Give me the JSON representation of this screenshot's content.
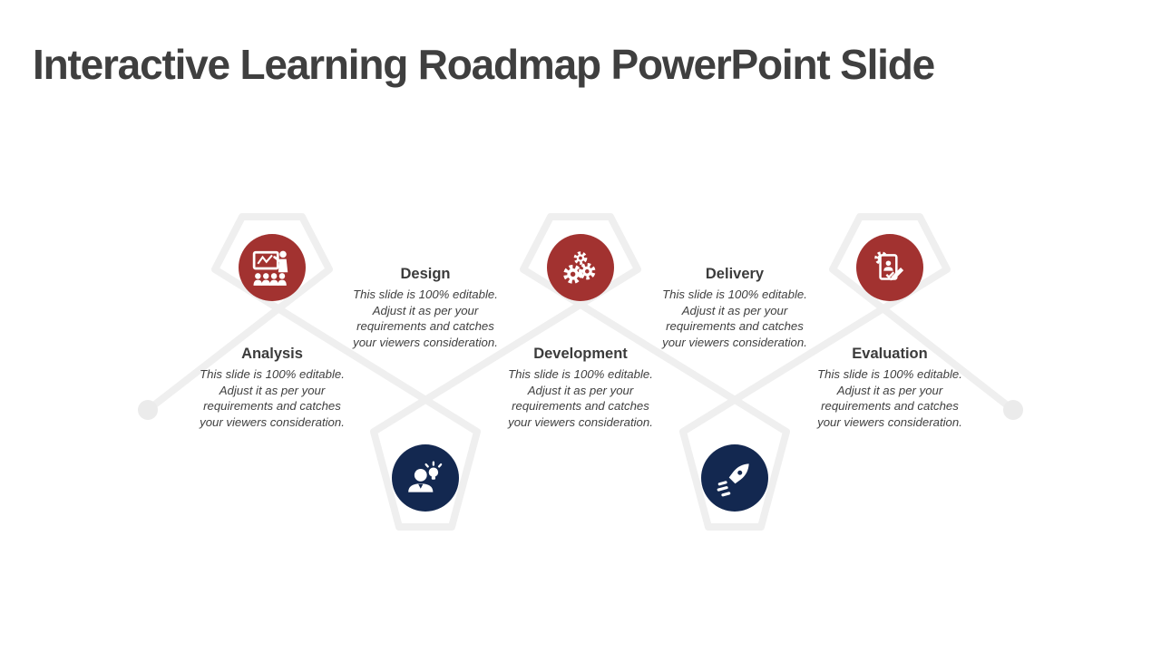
{
  "slide": {
    "title": "Interactive Learning Roadmap PowerPoint Slide"
  },
  "colors": {
    "stage_red": "#A23230",
    "stage_navy": "#132850",
    "band_gray": "#EFEFEF",
    "dot_gray": "#EBEBEB",
    "text_dark": "#3F3F3F",
    "background": "#FFFFFF"
  },
  "stages": [
    {
      "label": "Analysis",
      "description": "This slide is 100% editable. Adjust it as per your requirements and catches your viewers consideration.",
      "icon": "training-presentation-icon",
      "accent": "red",
      "position": "top"
    },
    {
      "label": "Design",
      "description": "This slide is 100% editable. Adjust it as per your requirements and catches your viewers consideration.",
      "icon": "person-idea-icon",
      "accent": "navy",
      "position": "bottom"
    },
    {
      "label": "Development",
      "description": "This slide is 100% editable. Adjust it as per your requirements and catches your viewers consideration.",
      "icon": "gears-icon",
      "accent": "red",
      "position": "top"
    },
    {
      "label": "Delivery",
      "description": "This slide is 100% editable. Adjust it as per your requirements and catches your viewers consideration.",
      "icon": "rocket-icon",
      "accent": "navy",
      "position": "bottom"
    },
    {
      "label": "Evaluation",
      "description": "This slide is 100% editable. Adjust it as per your requirements and catches your viewers consideration.",
      "icon": "evaluation-checklist-icon",
      "accent": "red",
      "position": "top"
    }
  ]
}
